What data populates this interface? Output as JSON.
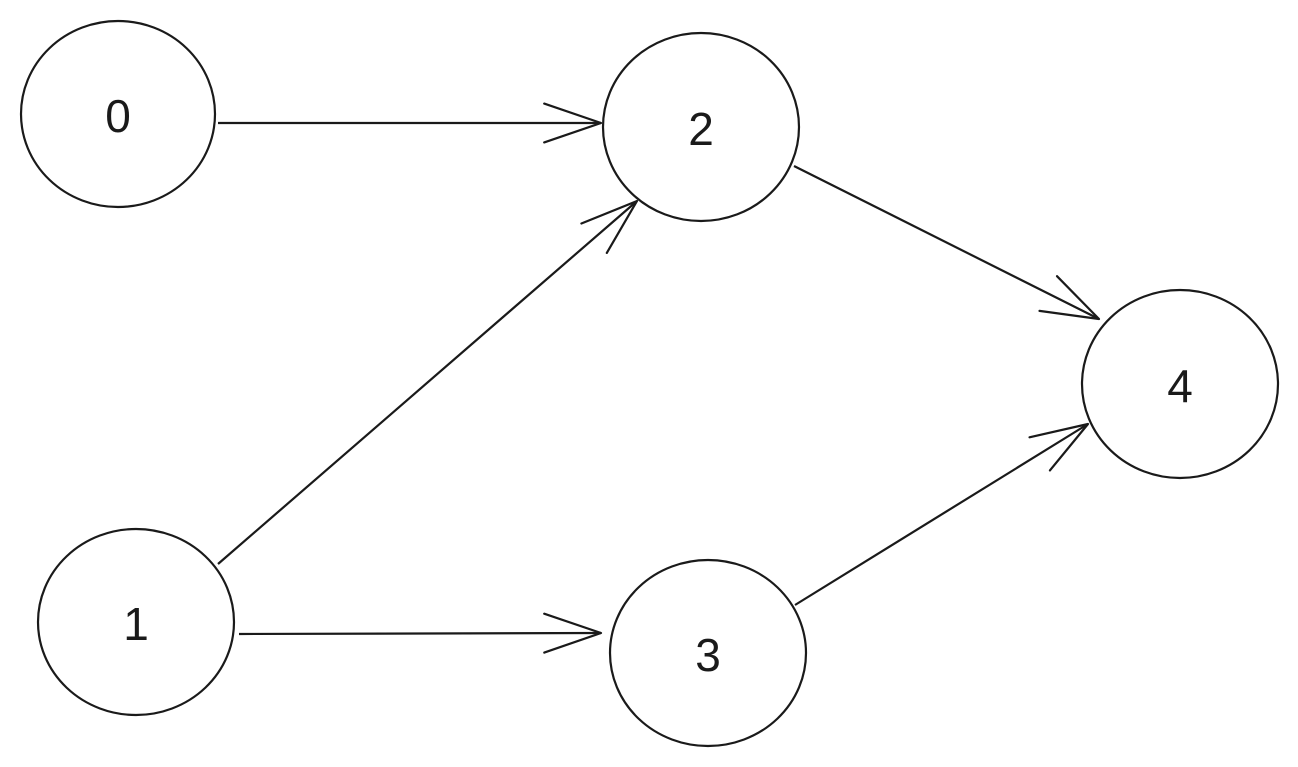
{
  "diagram": {
    "type": "directed-graph",
    "nodes": [
      {
        "id": "0",
        "label": "0"
      },
      {
        "id": "1",
        "label": "1"
      },
      {
        "id": "2",
        "label": "2"
      },
      {
        "id": "3",
        "label": "3"
      },
      {
        "id": "4",
        "label": "4"
      }
    ],
    "edges": [
      {
        "from": "0",
        "to": "2"
      },
      {
        "from": "1",
        "to": "2"
      },
      {
        "from": "1",
        "to": "3"
      },
      {
        "from": "2",
        "to": "4"
      },
      {
        "from": "3",
        "to": "4"
      }
    ],
    "colors": {
      "stroke": "#1a1a1a",
      "background": "#ffffff"
    }
  }
}
